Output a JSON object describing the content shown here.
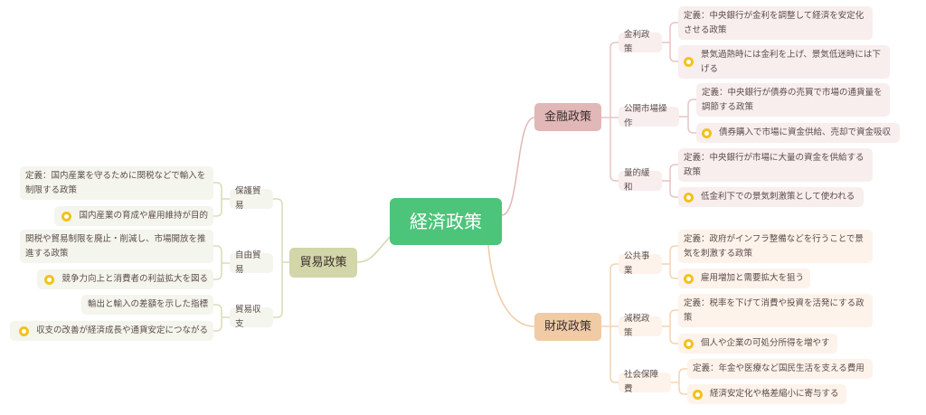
{
  "root": "経済政策",
  "monetary": {
    "label": "金融政策",
    "color": "#e2b7b7",
    "children": [
      {
        "label": "金利政策",
        "definition": "定義：中央銀行が金利を調整して経済を安定化させる政策",
        "tip": "景気過熱時には金利を上げ、景気低迷時には下げる"
      },
      {
        "label": "公開市場操作",
        "definition": "定義：中央銀行が債券の売買で市場の通貨量を調節する政策",
        "tip": "債券購入で市場に資金供給、売却で資金吸収"
      },
      {
        "label": "量的緩和",
        "definition": "定義：中央銀行が市場に大量の資金を供給する政策",
        "tip": "低金利下での景気刺激策として使われる"
      }
    ]
  },
  "fiscal": {
    "label": "財政政策",
    "color": "#f0cba6",
    "children": [
      {
        "label": "公共事業",
        "definition": "定義：政府がインフラ整備などを行うことで景気を刺激する政策",
        "tip": "雇用増加と需要拡大を狙う"
      },
      {
        "label": "減税政策",
        "definition": "定義：税率を下げて消費や投資を活発にする政策",
        "tip": "個人や企業の可処分所得を増やす"
      },
      {
        "label": "社会保障費",
        "definition": "定義：年金や医療など国民生活を支える費用",
        "tip": "経済安定化や格差縮小に寄与する"
      }
    ]
  },
  "trade": {
    "label": "貿易政策",
    "color": "#d2d6a8",
    "children": [
      {
        "label": "保護貿易",
        "definition": "定義：国内産業を守るために関税などで輸入を制限する政策",
        "tip": "国内産業の育成や雇用維持が目的"
      },
      {
        "label": "自由貿易",
        "definition": "関税や貿易制限を廃止・削減し、市場開放を推進する政策",
        "tip": "競争力向上と消費者の利益拡大を図る"
      },
      {
        "label": "貿易収支",
        "definition": "輸出と輸入の差額を示した指標",
        "tip": "収支の改善が経済成長や通貨安定につながる"
      }
    ]
  }
}
